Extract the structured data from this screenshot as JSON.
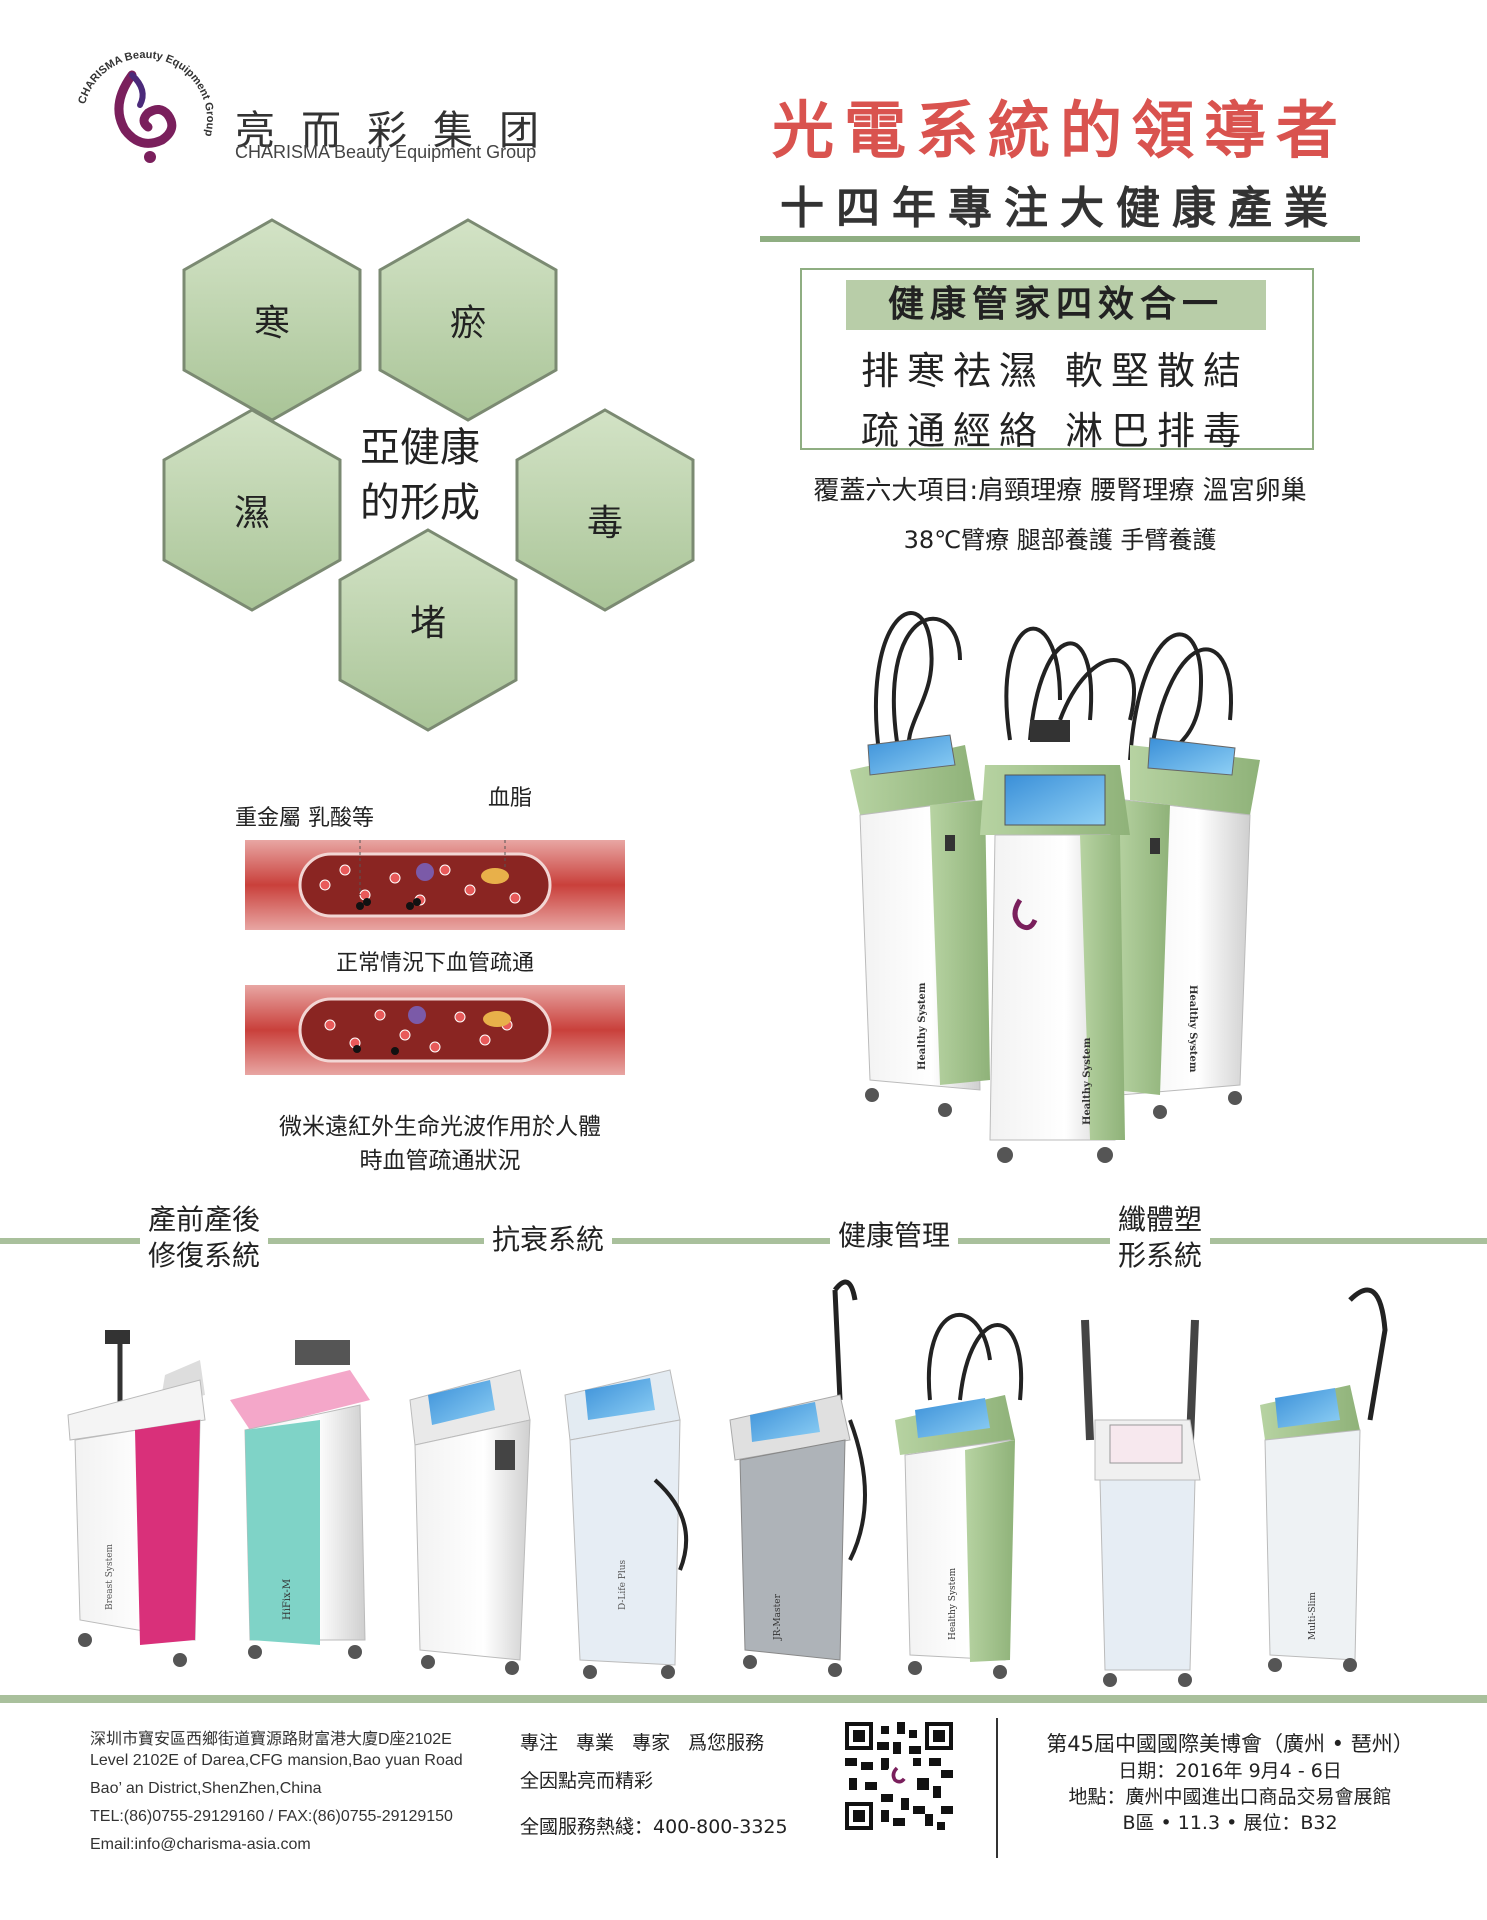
{
  "brand": {
    "name_cn": "亮而彩集团",
    "name_en": "CHARISMA Beauty Equipment Group",
    "ring_text": "CHARISMA Beauty Equipment Group"
  },
  "headline": "光電系統的領導者",
  "subline": "十四年專注大健康產業",
  "four_in_one": {
    "title": "健康管家四效合一",
    "line1": "排寒祛濕 軟堅散結",
    "line2": "疏通經絡 淋巴排毒"
  },
  "coverage": {
    "line1": "覆蓋六大項目:肩頸理療 腰腎理療 溫宮卵巢",
    "line2": "38℃臂療 腿部養護 手臂養護"
  },
  "hexes": {
    "h1": "寒",
    "h2": "瘀",
    "h3": "濕",
    "h4": "毒",
    "h5": "堵",
    "center_line1": "亞健康",
    "center_line2": "的形成"
  },
  "vessel": {
    "label_metals": "重金屬 乳酸等",
    "label_lipid": "血脂",
    "caption_normal": "正常情況下血管疏通",
    "caption_after_1": "微米遠紅外生命光波作用於人體",
    "caption_after_2": "時血管疏通狀況"
  },
  "machine_labels": {
    "main_left": "Healthy System",
    "main_center": "Healthy System",
    "main_right": "Healthy System",
    "m1": "Breast System",
    "m2": "HiFix-M",
    "m4": "D-Life Plus",
    "m5": "JR-Master",
    "m6": "Healthy System",
    "m8": "Multi-Slim"
  },
  "categories": {
    "c1_line1": "產前產後",
    "c1_line2": "修復系統",
    "c2": "抗衰系統",
    "c3": "健康管理",
    "c4_line1": "纖體塑",
    "c4_line2": "形系統"
  },
  "footer": {
    "address_cn": "深圳市寶安區西鄉街道寶源路財富港大廈D座2102E",
    "address_en_1": "Level 2102E of  Darea,CFG mansion,Bao yuan Road",
    "address_en_2": "Bao’ an District,ShenZhen,China",
    "tel": "TEL:(86)0755-29129160 / FAX:(86)0755-29129150",
    "email": "Email:info@charisma-asia.com",
    "slogan_1": "專注 專業 專家 爲您服務",
    "slogan_2": "全因點亮而精彩",
    "hotline": "全國服務熱綫：400-800-3325",
    "expo_title": "第45屆中國國際美博會（廣州 • 琶州）",
    "expo_date": "日期：2016年 9月4 - 6日",
    "expo_venue": "地點：廣州中國進出口商品交易會展館",
    "expo_booth": "B區 • 11.3 • 展位：B32"
  },
  "colors": {
    "accent_red": "#d9534f",
    "hex_green": "#b9d2a9",
    "rule_green": "#a9c09c",
    "brand_purple": "#7a1f5c"
  }
}
